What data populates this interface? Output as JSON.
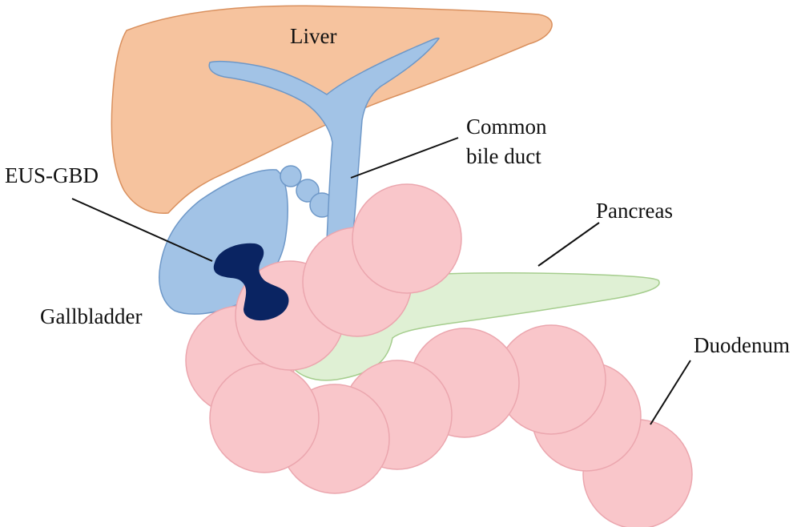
{
  "labels": {
    "liver": "Liver",
    "common_bile_duct_line1": "Common",
    "common_bile_duct_line2": "bile duct",
    "eus_gbd": "EUS-GBD",
    "pancreas": "Pancreas",
    "gallbladder": "Gallbladder",
    "duodenum": "Duodenum"
  },
  "colors": {
    "liver_fill": "#f6c39e",
    "liver_stroke": "#d9905e",
    "biliary_fill": "#a2c3e6",
    "biliary_stroke": "#6e98c8",
    "pancreas_fill": "#dff0d4",
    "pancreas_stroke": "#a5cd8d",
    "duodenum_fill": "#f9c6ca",
    "duodenum_stroke": "#eba6ae",
    "stent_fill": "#0a2462"
  }
}
